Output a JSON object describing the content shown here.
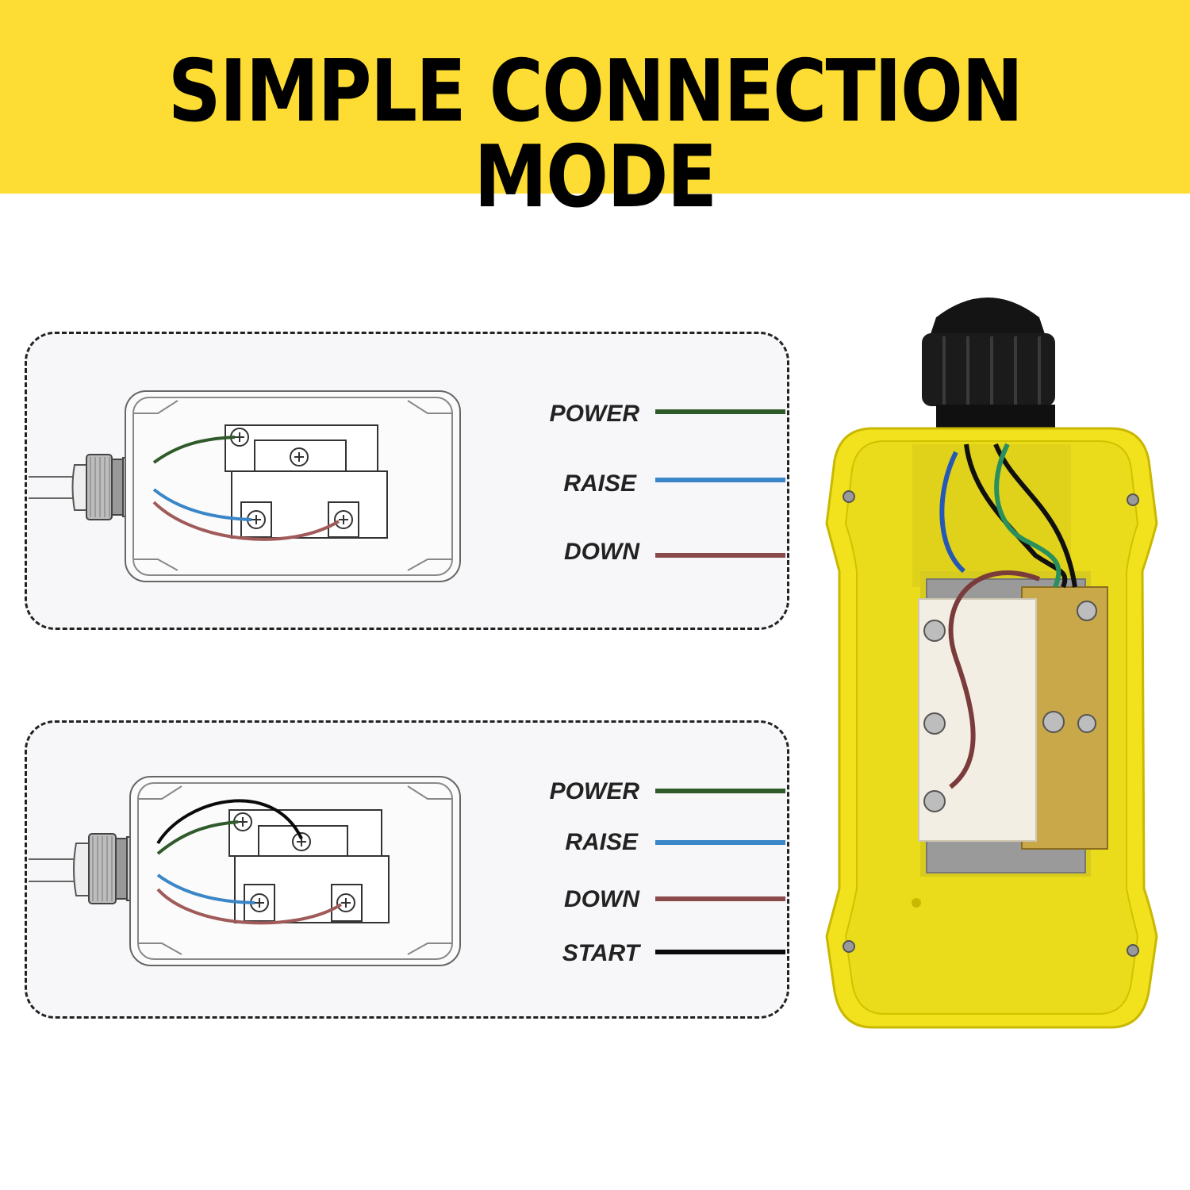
{
  "banner": {
    "title": "SIMPLE CONNECTION MODE",
    "background": "#fddc33"
  },
  "wire_colors": {
    "power": "#2f5a2a",
    "raise": "#3a86c8",
    "down": "#8a4a4a",
    "start": "#0a0a0a"
  },
  "diagram_1": {
    "legend": [
      {
        "label": "POWER",
        "wire": "power"
      },
      {
        "label": "RAISE",
        "wire": "raise"
      },
      {
        "label": "DOWN",
        "wire": "down"
      }
    ]
  },
  "diagram_2": {
    "legend": [
      {
        "label": "POWER",
        "wire": "power"
      },
      {
        "label": "RAISE",
        "wire": "raise"
      },
      {
        "label": "DOWN",
        "wire": "down"
      },
      {
        "label": "START",
        "wire": "start"
      }
    ]
  },
  "device": {
    "housing_color": "#f2e21e"
  }
}
